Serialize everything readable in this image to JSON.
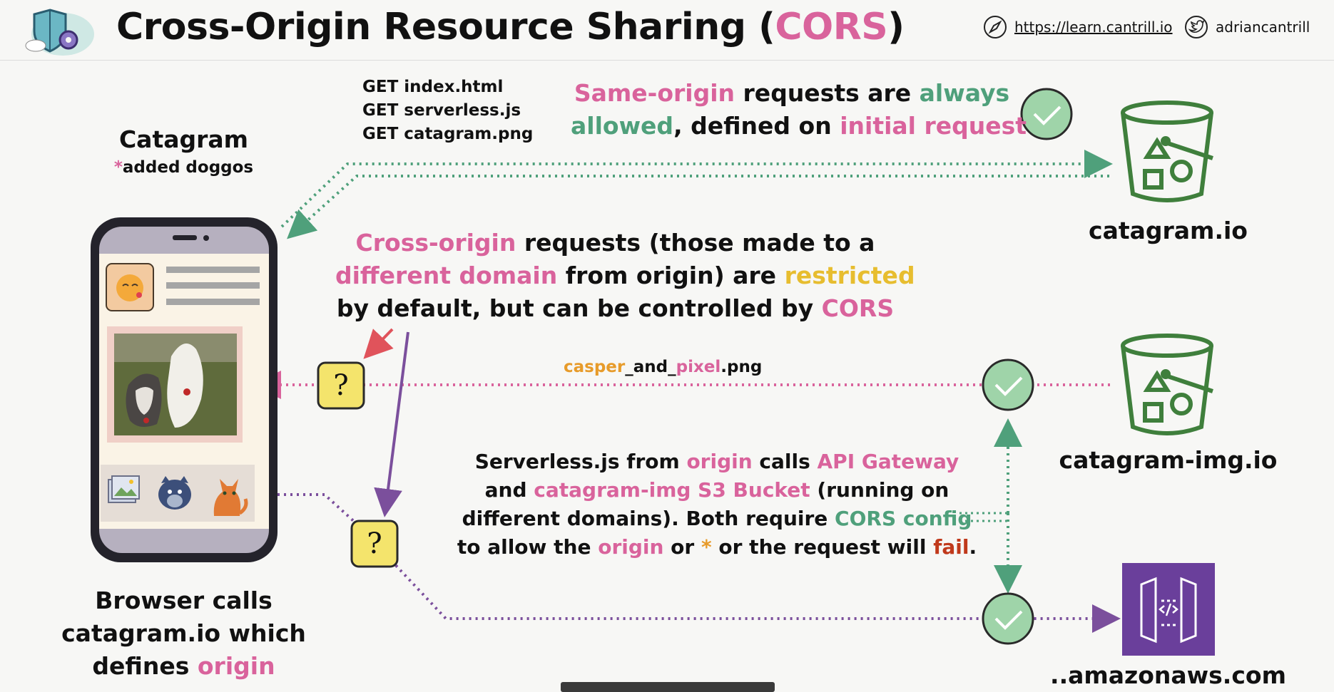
{
  "header": {
    "title_prefix": "Cross-Origin Resource Sharing (",
    "title_highlight": "CORS",
    "title_suffix": ")",
    "link_url": "https://learn.cantrill.io",
    "social_handle": "adriancantrill",
    "logo_icon": "shield-gear-logo",
    "compass_icon": "compass-icon",
    "twitter_icon": "twitter-bird-icon"
  },
  "app": {
    "name": "Catagram",
    "note_star": "*",
    "note_text": "added doggos"
  },
  "get_requests": [
    "GET index.html",
    "GET serverless.js",
    "GET catagram.png"
  ],
  "same_origin": {
    "w1": "Same-origin",
    "w2": " requests are ",
    "w3": "always",
    "w4": "allowed",
    "w5": ", defined on ",
    "w6": "initial request"
  },
  "cross_origin": {
    "w1": "Cross-origin",
    "w2": " requests (those made to a",
    "w3": "different domain",
    "w4": " from origin) are ",
    "w5": "restricted",
    "w6": "by default, but can be controlled by ",
    "w7": "CORS"
  },
  "image_file": {
    "p1": "casper",
    "p2": "_and_",
    "p3": "pixel",
    "p4": ".png"
  },
  "serverless": {
    "l1a": "Serverless.js from ",
    "l1b": "origin",
    "l1c": " calls ",
    "l1d": "API Gateway",
    "l2a": "and ",
    "l2b": "catagram-img S3 Bucket",
    "l2c": " (running on",
    "l3a": "different domains). Both require ",
    "l3b": "CORS config",
    "l4a": "to allow the ",
    "l4b": "origin",
    "l4c": " or ",
    "l4d": "*",
    "l4e": " or the request will ",
    "l4f": "fail",
    "l4g": "."
  },
  "browser": {
    "l1": "Browser calls",
    "l2": "catagram.io which",
    "l3a": "defines ",
    "l3b": "origin"
  },
  "targets": {
    "bucket1": "catagram.io",
    "bucket2": "catagram-img.io",
    "api": "..amazonaws.com"
  },
  "glyphs": {
    "question": "?"
  },
  "colors": {
    "pink": "#d9639c",
    "green": "#4fa07b",
    "yellow": "#e7bd2f",
    "orange": "#e79b2a",
    "purple": "#7b4f9c",
    "red": "#c0391b",
    "bucket": "#3f7f3c",
    "api_bg": "#6a3f9b"
  }
}
